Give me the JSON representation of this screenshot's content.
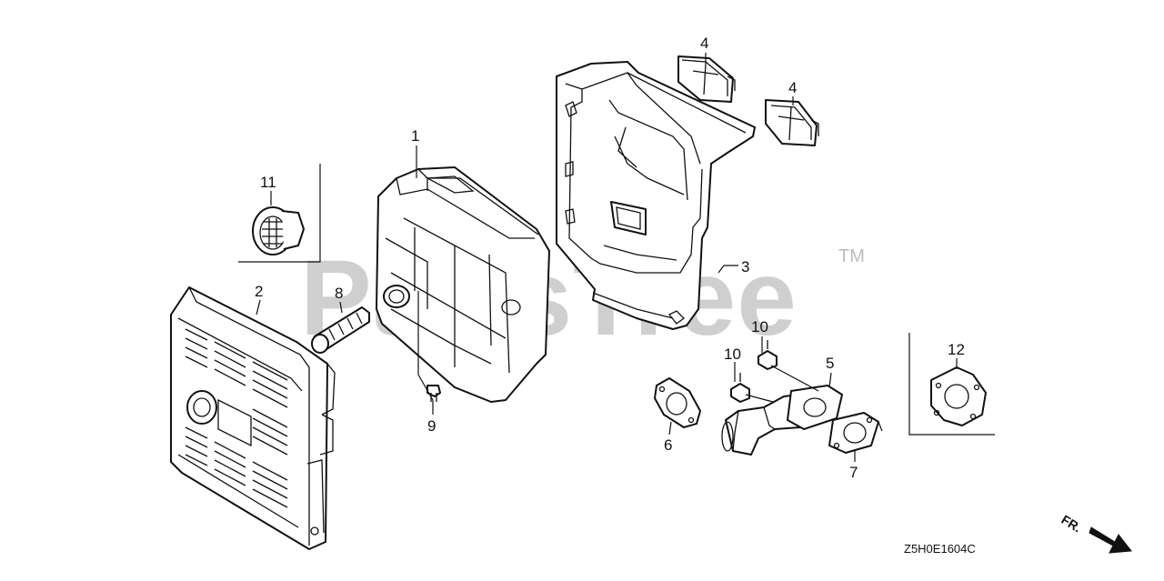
{
  "watermark": {
    "text": "PartsTree",
    "trademark": "TM"
  },
  "diagram_code": "Z5H0E1604C",
  "front_marker": {
    "label": "FR."
  },
  "callouts": {
    "c1": "1",
    "c2": "2",
    "c3": "3",
    "c4a": "4",
    "c4b": "4",
    "c5": "5",
    "c6": "6",
    "c7": "7",
    "c8": "8",
    "c9": "9",
    "c10a": "10",
    "c10b": "10",
    "c11": "11",
    "c12": "12"
  }
}
